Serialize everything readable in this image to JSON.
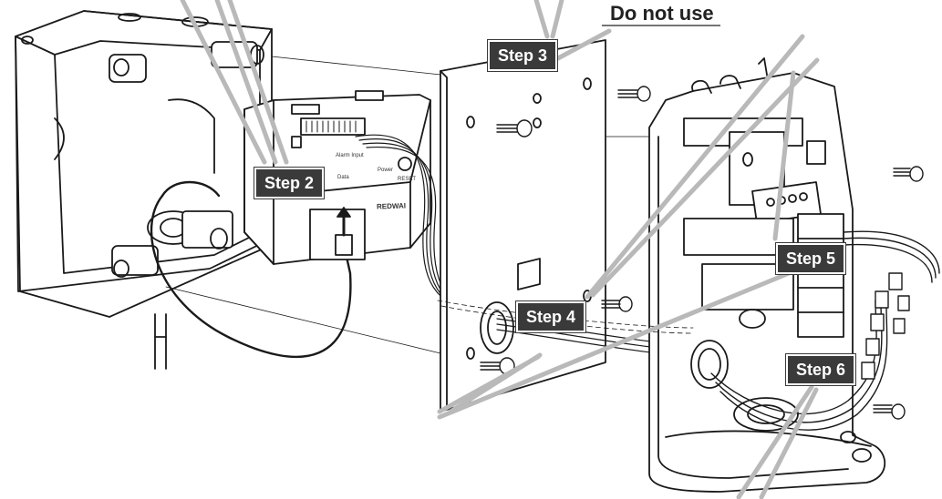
{
  "labels": {
    "step2": "Step 2",
    "step3": "Step 3",
    "step4": "Step 4",
    "step5": "Step 5",
    "step6": "Step 6",
    "do_not_use": "Do not use"
  },
  "device": {
    "brand": "REDWAI",
    "alarm_input": "Alarm Input",
    "data": "Data",
    "power": "Power",
    "reset": "RESET"
  },
  "colors": {
    "label_bg": "#3a3a3a",
    "label_text": "#ffffff",
    "pointer": "#b9b9b9",
    "line_art": "#1a1a1a"
  }
}
